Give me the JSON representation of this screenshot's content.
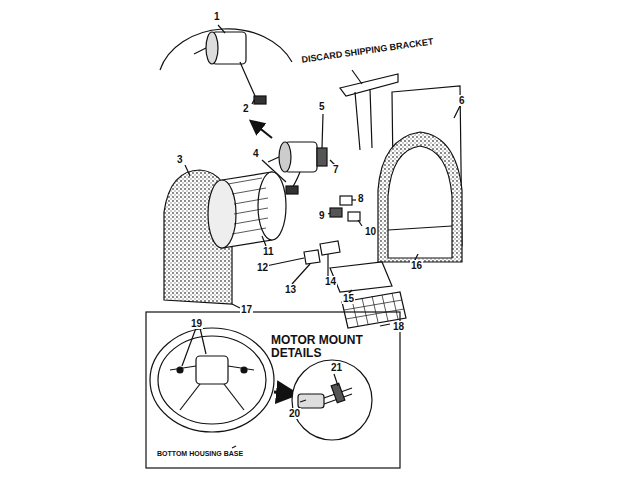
{
  "diagram": {
    "labels": [
      "1",
      "2",
      "DISCARD SHIPPING BRACKET",
      "3",
      "4",
      "5",
      "6",
      "7",
      "8",
      "9",
      "10",
      "11",
      "12",
      "13",
      "14",
      "15",
      "16",
      "17",
      "18",
      "19",
      "MOTOR MOUNT DETAILS",
      "BOTTOM HOUSING BASE",
      "20",
      "21"
    ]
  }
}
